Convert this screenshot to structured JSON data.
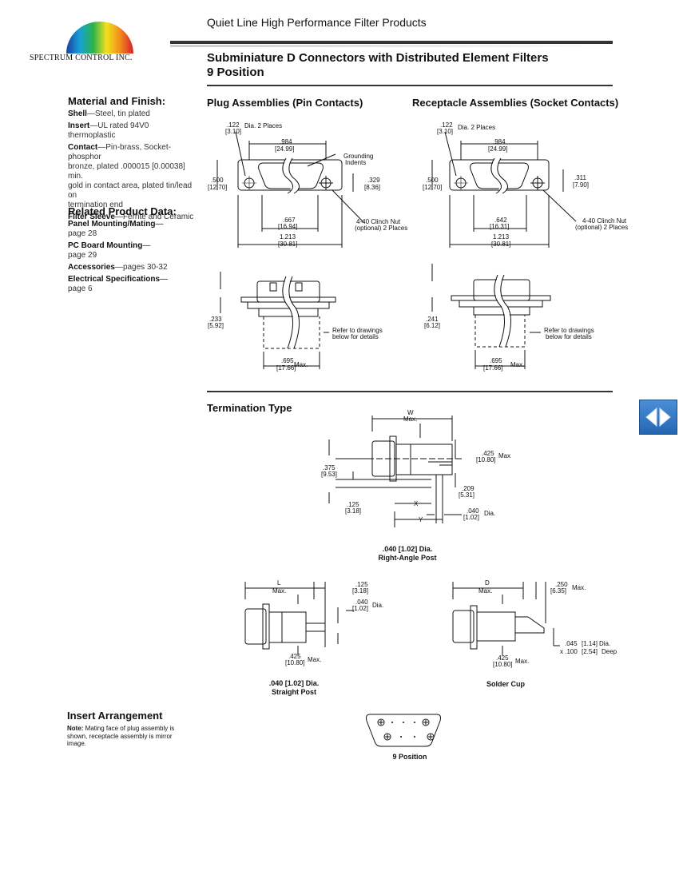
{
  "header": {
    "title": "Quiet Line High Performance Filter Products",
    "company": "SPECTRUM CONTROL INC."
  },
  "page": {
    "title_line1": "Subminiature D Connectors with Distributed Element Filters",
    "title_line2": "9 Position"
  },
  "material": {
    "heading": "Material and Finish:",
    "shell_label": "Shell",
    "shell_text": "—Steel, tin plated",
    "insert_label": "Insert",
    "insert_text": "—UL rated 94V0 thermoplastic",
    "contact_label": "Contact",
    "contact_line1": "—Pin-brass, Socket-phosphor",
    "contact_line2": "bronze, plated .000015 [0.00038] min.",
    "contact_line3": "gold in contact area, plated tin/lead on",
    "contact_line4": "termination end",
    "filter_label": "Filter Sleeve",
    "filter_text": "—Ferrite and Ceramic"
  },
  "related": {
    "heading": "Related Product Data:",
    "panel_label": "Panel Mounting/Mating",
    "panel_dash": "—",
    "panel_page": "page 28",
    "pcb_label": "PC Board Mounting",
    "pcb_dash": "—",
    "pcb_page": "page 29",
    "acc_label": "Accessories",
    "acc_text": "—pages 30-32",
    "elec_label": "Electrical Specifications",
    "elec_dash": "—",
    "elec_page": "page 6"
  },
  "plug": {
    "heading": "Plug Assemblies (Pin Contacts)",
    "d1": ".122",
    "d1m": "[3.10]",
    "d1n": "Dia. 2 Places",
    "d2": ".984",
    "d2m": "[24.99]",
    "d3": ".500",
    "d3m": "[12.70]",
    "d4": ".329",
    "d4m": "[8.36]",
    "d5": ".667",
    "d5m": "[16.94]",
    "d6": "1.213",
    "d6m": "[30.81]",
    "grounding1": "Grounding",
    "grounding2": "Indents",
    "clinch1": "4-40 Clinch Nut",
    "clinch2": "(optional) 2 Places",
    "d7": ".233",
    "d7m": "[5.92]",
    "d8": ".695",
    "d8m": "[17.66]",
    "max": "Max.",
    "refer1": "Refer to drawings",
    "refer2": "below for details"
  },
  "receptacle": {
    "heading": "Receptacle Assemblies (Socket Contacts)",
    "d1": ".122",
    "d1m": "[3.10]",
    "d1n": "Dia. 2 Places",
    "d2": ".984",
    "d2m": "[24.99]",
    "d3": ".500",
    "d3m": "[12.70]",
    "d4": ".311",
    "d4m": "[7.90]",
    "d5": ".642",
    "d5m": "[16.31]",
    "d6": "1.213",
    "d6m": "[30.81]",
    "clinch1": "4-40 Clinch Nut",
    "clinch2": "(optional) 2 Places",
    "d7": ".241",
    "d7m": "[6.12]",
    "d8": ".695",
    "d8m": "[17.66]",
    "max": "Max.",
    "refer1": "Refer to drawings",
    "refer2": "below for details"
  },
  "termination": {
    "heading": "Termination Type",
    "w": "W",
    "wmax": "Max.",
    "r1": ".425",
    "r1m": "[10.80]",
    "r1n": "Max.",
    "r2": ".375",
    "r2m": "[9.53]",
    "r3": ".209",
    "r3m": "[5.31]",
    "r4": ".125",
    "r4m": "[3.18]",
    "x": "X",
    "y": "Y",
    "r5": ".040",
    "r5m": "[1.02]",
    "r5n": "Dia.",
    "ra_caption1": ".040 [1.02] Dia.",
    "ra_caption2": "Right-Angle Post",
    "l": "L",
    "lmax": "Max.",
    "s1": ".125",
    "s1m": "[3.18]",
    "s2": ".040",
    "s2m": "[1.02]",
    "s2n": "Dia.",
    "s3": ".425",
    "s3m": "[10.80]",
    "s3n": "Max.",
    "sp_caption1": ".040 [1.02] Dia.",
    "sp_caption2": "Straight Post",
    "dd": "D",
    "dmax": "Max.",
    "c1": ".250",
    "c1m": "[6.35]",
    "c1n": "Max.",
    "c2": ".045",
    "c2m": "[1.14]",
    "c2n": "Dia.",
    "c3": "x .100",
    "c3m": "[2.54]",
    "c3n": "Deep",
    "c4": ".425",
    "c4m": "[10.80]",
    "c4n": "Max.",
    "sc_caption": "Solder Cup"
  },
  "insert": {
    "heading": "Insert Arrangement",
    "note_label": "Note:",
    "note_text": " Mating face of plug assembly is",
    "note_line2": "shown, receptacle assembly is mirror",
    "note_line3": "image.",
    "caption": "9 Position"
  }
}
